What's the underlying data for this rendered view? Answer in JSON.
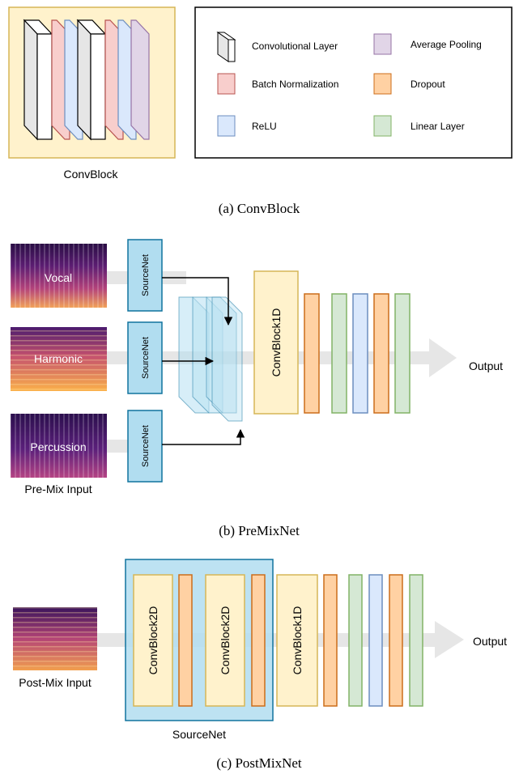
{
  "colors": {
    "convblock_fill": "#fff2cc",
    "convblock_stroke": "#d6b656",
    "batchnorm_fill": "#f8cecc",
    "batchnorm_stroke": "#b85450",
    "relu_fill": "#dae8fc",
    "relu_stroke": "#6c8ebf",
    "avgpool_fill": "#e1d5e7",
    "avgpool_stroke": "#9673a6",
    "dropout_fill": "#ffd1a3",
    "dropout_stroke": "#cc6d1a",
    "linear_fill": "#d5e8d4",
    "linear_stroke": "#82b366",
    "sourcenet_fill": "#b1ddf0",
    "sourcenet_stroke": "#10739e",
    "arrow_gray": "#e6e6e6"
  },
  "panel_a": {
    "block_label": "ConvBlock",
    "caption": "(a)  ConvBlock",
    "legend": {
      "conv": "Convolutional Layer",
      "batchnorm": "Batch Normalization",
      "relu": "ReLU",
      "avgpool": "Average Pooling",
      "dropout": "Dropout",
      "linear": "Linear Layer"
    }
  },
  "panel_b": {
    "inputs": [
      "Vocal",
      "Harmonic",
      "Percussion"
    ],
    "sourcenet_label": "SourceNet",
    "input_label": "Pre-Mix Input",
    "conv1d_label": "ConvBlock1D",
    "output_label": "Output",
    "caption": "(b)  PreMixNet"
  },
  "panel_c": {
    "input_label": "Post-Mix Input",
    "conv2d_label": "ConvBlock2D",
    "conv1d_label": "ConvBlock1D",
    "sourcenet_label": "SourceNet",
    "output_label": "Output",
    "caption": "(c)  PostMixNet"
  }
}
